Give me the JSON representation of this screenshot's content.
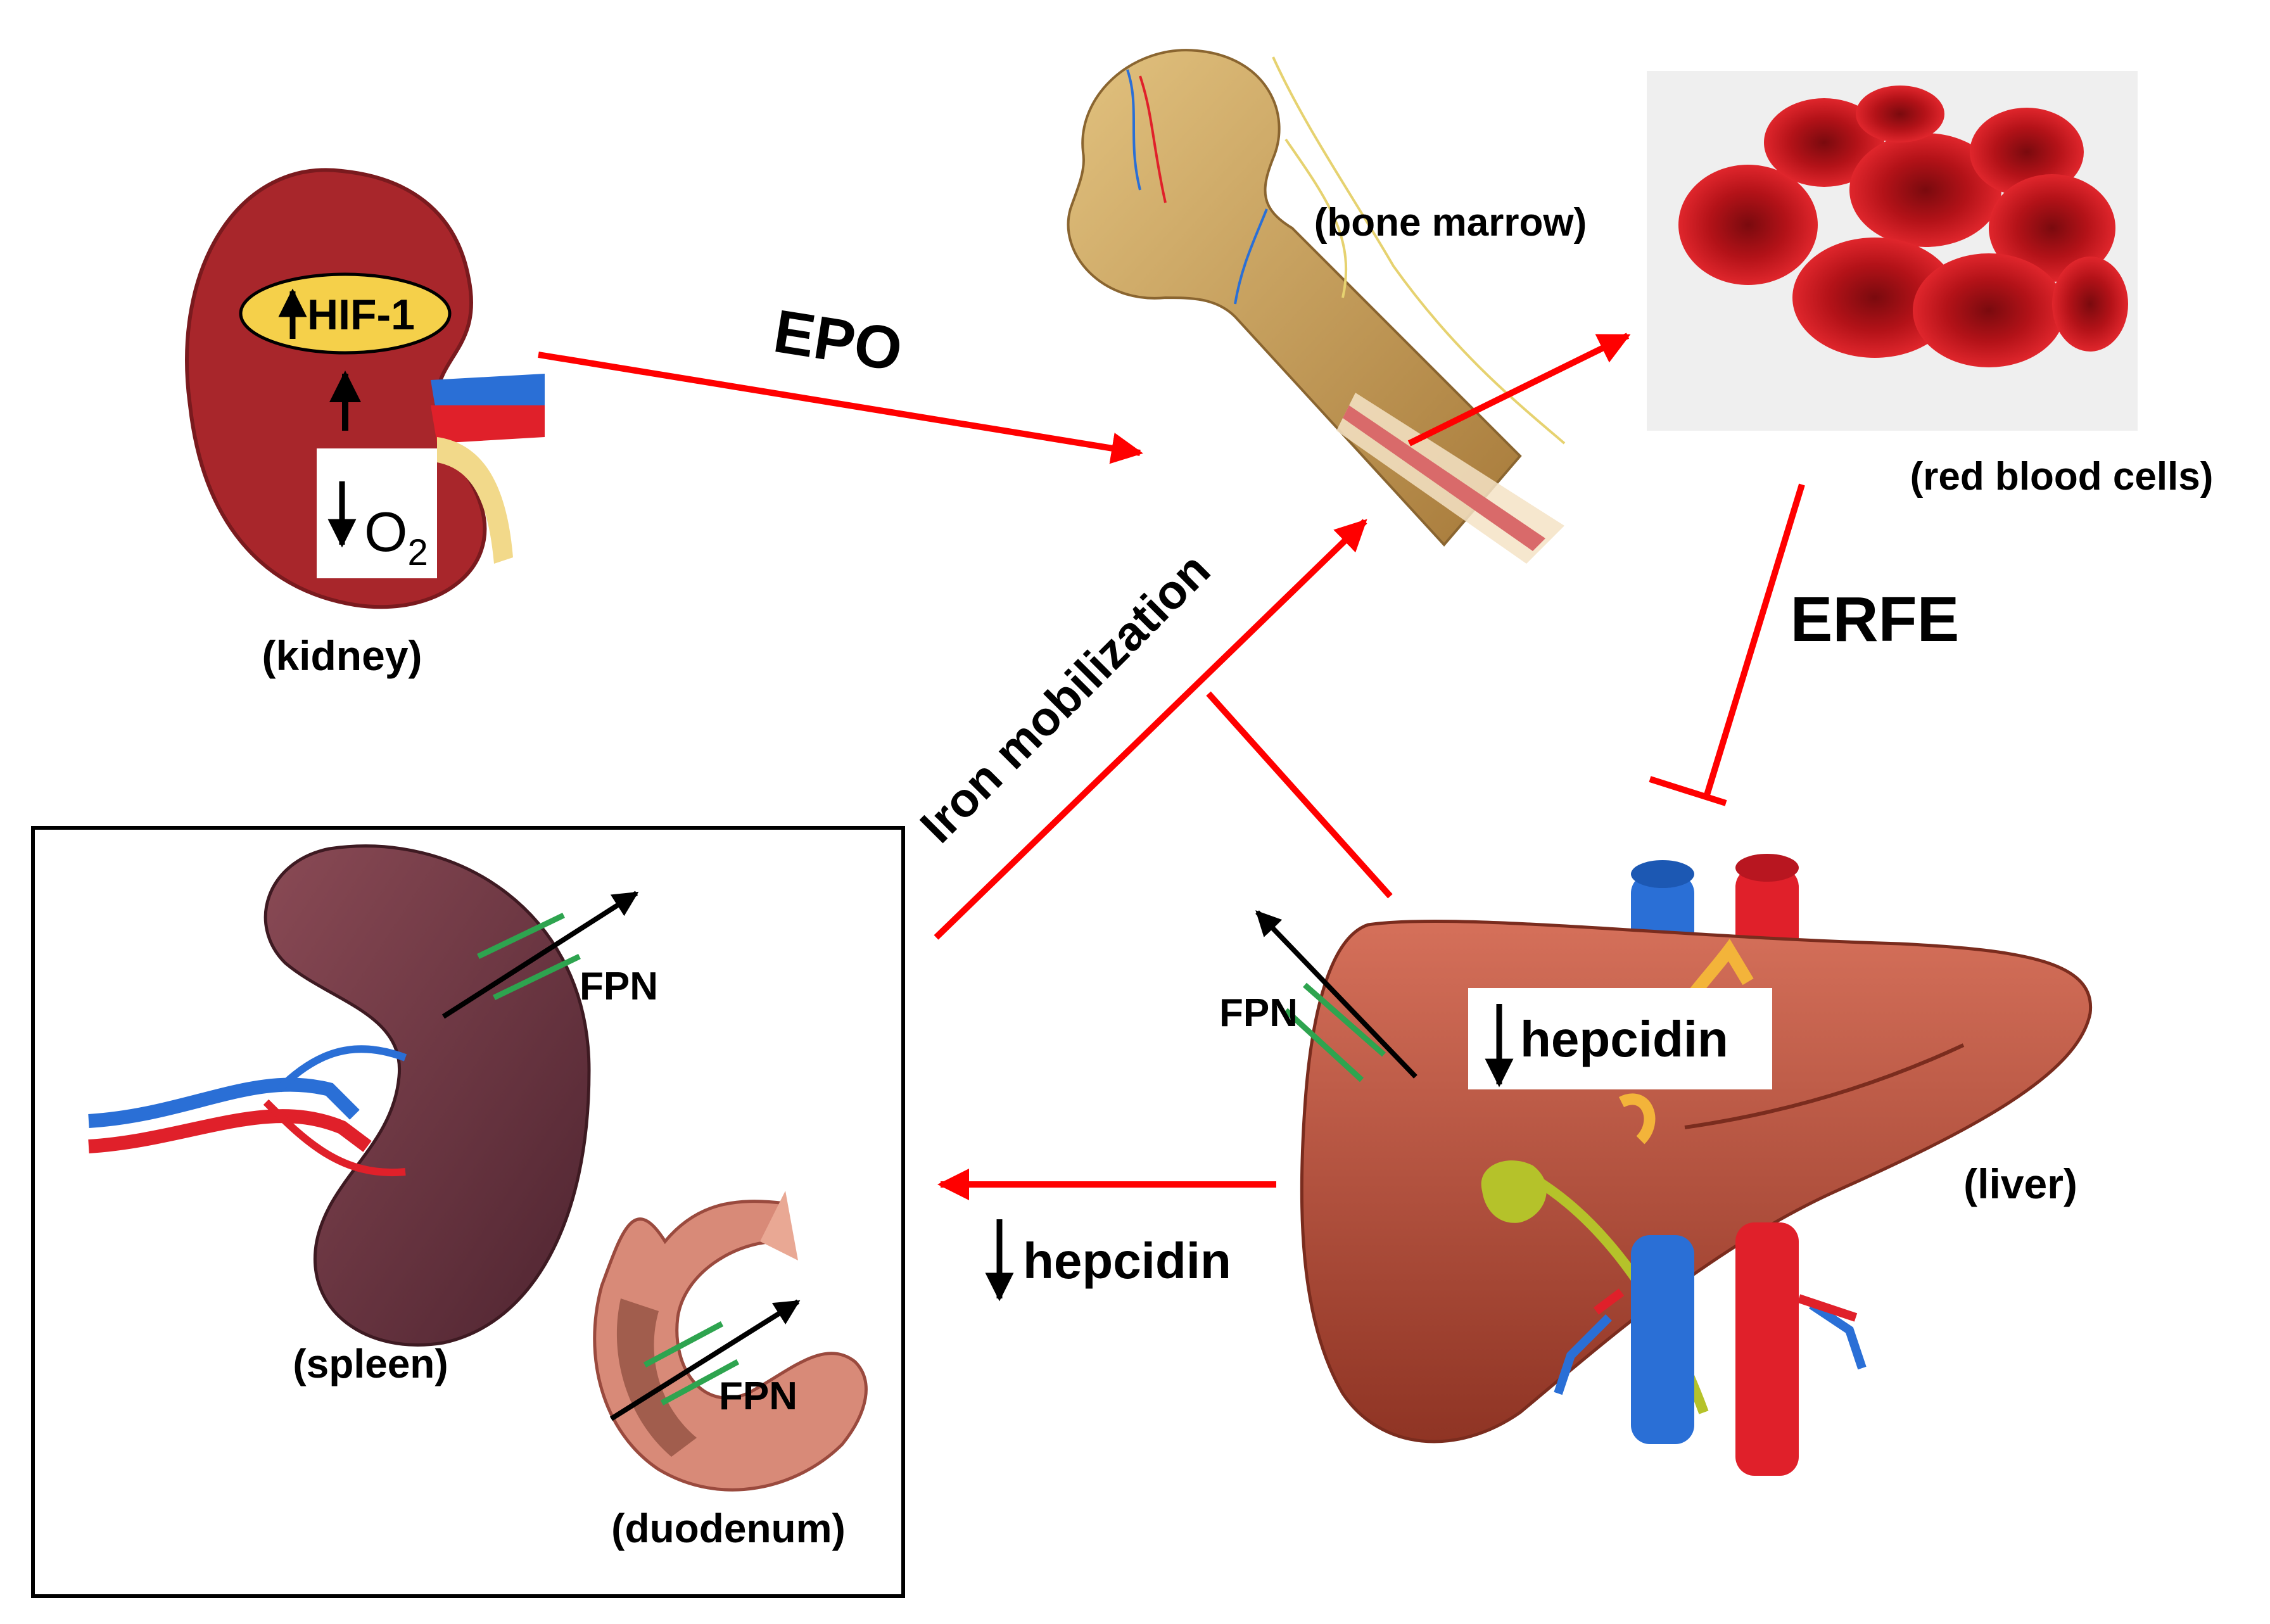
{
  "labels": {
    "kidney": "(kidney)",
    "hif": "HIF-1",
    "o2_base": "O",
    "o2_sub": "2",
    "epo": "EPO",
    "bone_marrow": "(bone marrow)",
    "rbc": "(red blood cells)",
    "erfe": "ERFE",
    "iron_mobilization": "Iron mobilization",
    "fpn": "FPN",
    "hepcidin": "hepcidin",
    "liver": "(liver)",
    "spleen": "(spleen)",
    "duodenum": "(duodenum)"
  },
  "colors": {
    "arrow_red": "#ff0000",
    "fpn_green": "#2ea44f",
    "kidney": "#a8262b",
    "hif_yellow": "#f5d04a",
    "bone": "#c9a05a",
    "rbc": "#c8151b",
    "liver": "#b8533e",
    "spleen": "#6e3540",
    "duodenum": "#d88a78",
    "vein_blue": "#2a6fd6",
    "artery_red": "#e0202a"
  }
}
